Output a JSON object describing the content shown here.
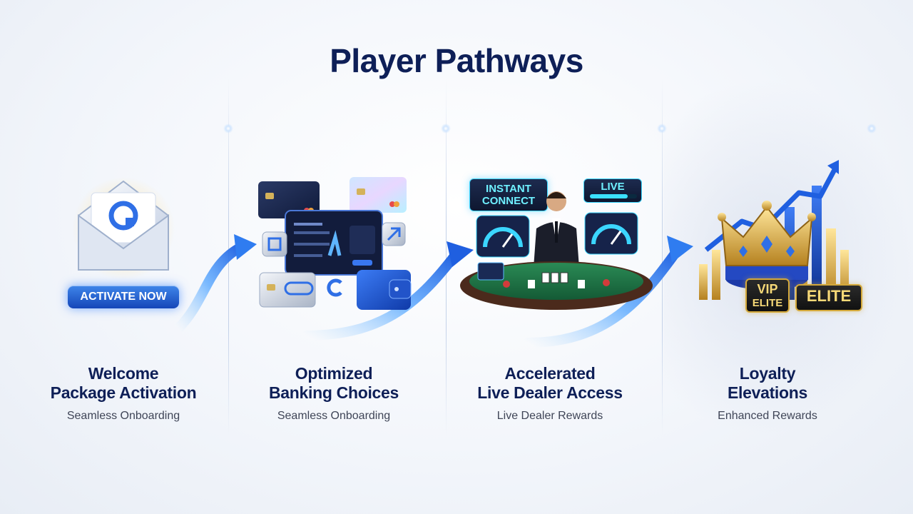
{
  "title": "Player Pathways",
  "steps": [
    {
      "title_line1": "Welcome",
      "title_line2": "Package Activation",
      "subtitle": "Seamless Onboarding",
      "button_label": "ACTIVATE NOW"
    },
    {
      "title_line1": "Optimized",
      "title_line2": "Banking Choices",
      "subtitle": "Seamless Onboarding"
    },
    {
      "title_line1": "Accelerated",
      "title_line2": "Live Dealer Access",
      "subtitle": "Live Dealer Rewards",
      "panel_instant_line1": "INSTANT",
      "panel_instant_line2": "CONNECT",
      "panel_live": "LIVE"
    },
    {
      "title_line1": "Loyalty",
      "title_line2": "Elevations",
      "subtitle": "Enhanced Rewards",
      "badge_vip": "VIP",
      "badge_elite_small": "ELITE",
      "badge_elite_large": "ELITE"
    }
  ],
  "colors": {
    "title": "#0e1f57",
    "accent_blue": "#1f5fe0",
    "gold": "#d4a93b"
  },
  "icons": [
    "envelope-icon",
    "credit-card-icon",
    "wallet-icon",
    "dealer-icon",
    "crown-icon",
    "growth-chart-icon"
  ]
}
